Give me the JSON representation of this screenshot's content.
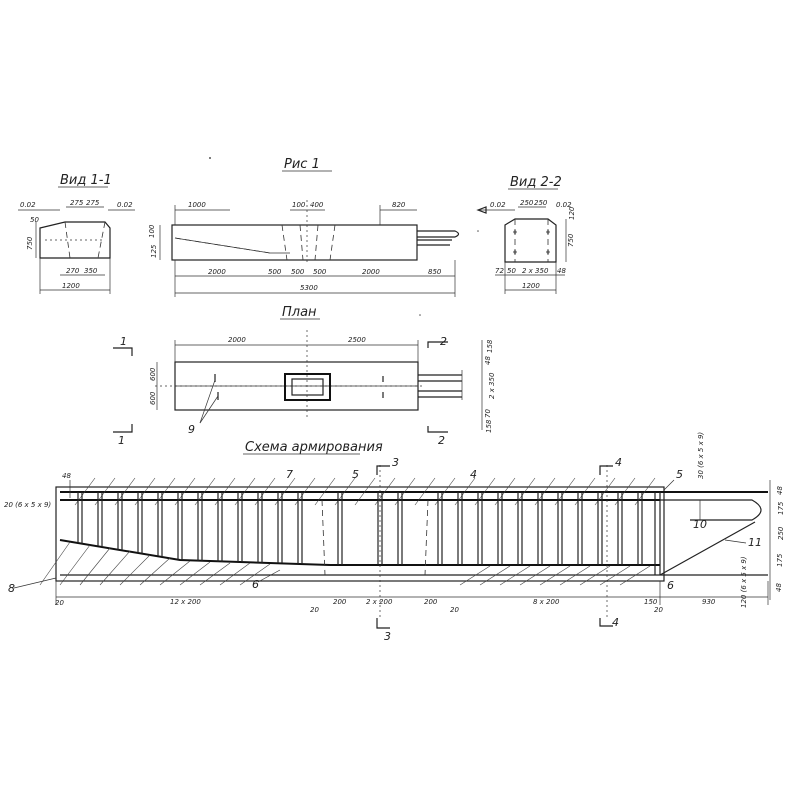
{
  "titles": {
    "figure": "Рис 1",
    "view_1": "Вид 1-1",
    "view_2": "Вид 2-2",
    "plan": "План",
    "scheme": "Схема армирования"
  },
  "view1_dims": {
    "slope_left": "0.02",
    "slope_right": "0.02",
    "top_a": "275",
    "top_b": "275",
    "side_a": "50",
    "side_b": "750",
    "bot_a": "270",
    "bot_b": "350",
    "width": "1200"
  },
  "elevation_dims": {
    "top_left": "1000",
    "top_mid_a": "100",
    "top_mid_b": "400",
    "top_right": "820",
    "left_a": "125",
    "left_b": "100",
    "seg_1": "2000",
    "seg_2": "500",
    "seg_3": "500",
    "seg_4": "500",
    "seg_5": "2000",
    "seg_6": "850",
    "total": "5300"
  },
  "view2_dims": {
    "slope_left": "0.02",
    "slope_right": "0.02",
    "top_a": "250",
    "top_b": "250",
    "side_a": "120",
    "side_b": "750",
    "bot_a": "72",
    "bot_b": "50",
    "bot_c": "2 x 350",
    "bot_d": "48",
    "width": "1200"
  },
  "plan_dims": {
    "top_left": "2000",
    "top_right": "2500",
    "left_a": "600",
    "left_b": "600",
    "right_a": "158",
    "right_b": "48",
    "right_c": "2 x 350",
    "right_d": "70",
    "right_e": "158",
    "cut_1": "1",
    "cut_2": "2",
    "item": "9"
  },
  "scheme_dims": {
    "cut_3": "3",
    "cut_4": "4",
    "pos_5a": "5",
    "pos_5b": "5",
    "pos_6a": "6",
    "pos_6b": "6",
    "pos_7": "7",
    "pos_4": "4",
    "pos_8": "8",
    "pos_10": "10",
    "pos_11": "11",
    "left_top": "48",
    "left_rebar": "20 (6 x 5 x 9)",
    "right_rebar": "30 (6 x 5 x 9)",
    "right_a": "48",
    "right_b": "175",
    "right_c": "250",
    "right_d": "175",
    "right_e": "48",
    "right_low": "120 (6 x 5 x 9)",
    "bot_a": "20",
    "bot_b": "12 x 200",
    "bot_c": "20",
    "bot_d": "200",
    "bot_e": "2 x 200",
    "bot_f": "200",
    "bot_g": "20",
    "bot_h": "8 x 200",
    "bot_i": "150",
    "bot_j": "20",
    "bot_k": "930"
  }
}
